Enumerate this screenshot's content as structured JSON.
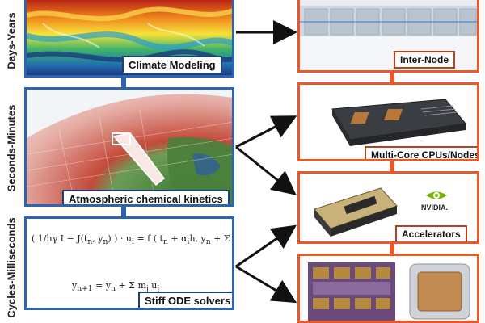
{
  "timescales": {
    "top": "Days-Years",
    "middle": "Seconds-Minutes",
    "bottom": "Cycles-Milliseconds"
  },
  "left_panels": {
    "climate": "Climate Modeling",
    "chemistry": "Atmospheric chemical kinetics",
    "ode": "Stiff ODE solvers"
  },
  "right_panels": {
    "internode": "Inter-Node",
    "multicore": "Multi-Core CPUs/Nodes",
    "accelerators": "Accelerators"
  },
  "brand": "NVIDIA.",
  "colors": {
    "left_border": "#2d64b0",
    "right_border": "#e8582a",
    "arrow": "#111111"
  }
}
